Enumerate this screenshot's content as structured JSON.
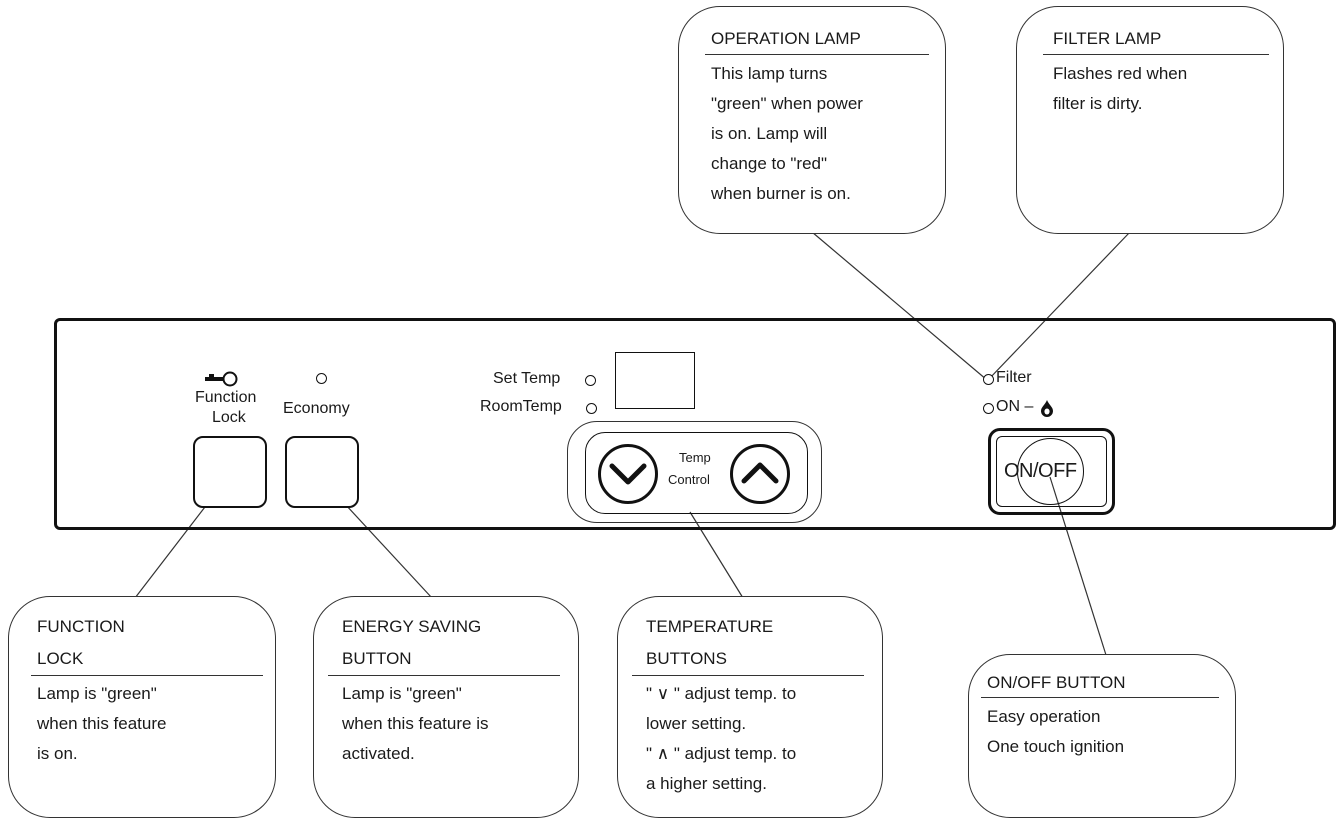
{
  "callouts": {
    "operation_lamp": {
      "title": "OPERATION LAMP",
      "lines": [
        "This lamp turns",
        "\"green\" when power",
        "is on.  Lamp will",
        "change to \"red\"",
        "when burner is on."
      ]
    },
    "filter_lamp": {
      "title": "FILTER LAMP",
      "lines": [
        "Flashes red when",
        "filter is dirty."
      ]
    },
    "function_lock": {
      "title_lines": [
        "FUNCTION",
        "LOCK"
      ],
      "lines": [
        "Lamp is \"green\"",
        "when this feature",
        "is on."
      ]
    },
    "energy_saving": {
      "title_lines": [
        "ENERGY SAVING",
        "BUTTON"
      ],
      "lines": [
        "Lamp is \"green\"",
        "when this feature is",
        "activated."
      ]
    },
    "temperature": {
      "title_lines": [
        "TEMPERATURE",
        "BUTTONS"
      ],
      "lines": [
        "\" ∨ \" adjust temp. to",
        "lower setting.",
        "\" ∧ \" adjust temp. to",
        "a higher setting."
      ]
    },
    "on_off": {
      "title": "ON/OFF BUTTON",
      "lines": [
        "Easy operation",
        "One touch ignition"
      ]
    }
  },
  "panel": {
    "function_lock_label_1": "Function",
    "function_lock_label_2": "Lock",
    "economy_label": "Economy",
    "set_temp_label": "Set Temp",
    "room_temp_label": "RoomTemp",
    "temp_control_label_1": "Temp",
    "temp_control_label_2": "Control",
    "filter_label": "Filter",
    "on_label": "ON –",
    "on_off_label": "ON/OFF"
  },
  "icons": [
    "key-icon",
    "flame-icon",
    "chevron-down-icon",
    "chevron-up-icon"
  ]
}
